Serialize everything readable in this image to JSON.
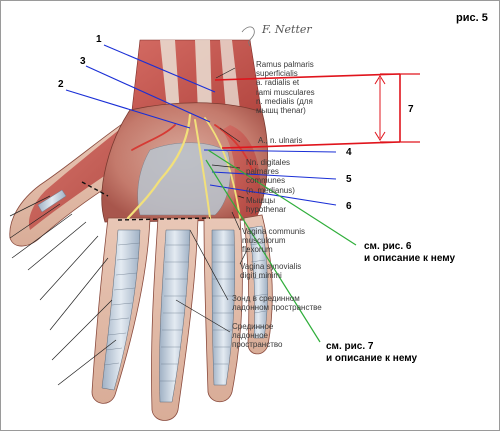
{
  "figure": {
    "label": "рис. 5",
    "signature": "F. Netter"
  },
  "callouts": {
    "n1": "1",
    "n2": "2",
    "n3": "3",
    "n4": "4",
    "n5": "5",
    "n6": "6",
    "n7": "7"
  },
  "labels": {
    "ramus_1": "Ramus palmaris",
    "ramus_2": "superficialis",
    "ramus_3": "a. radialis et",
    "ramus_4": "rami musculares",
    "ramus_5": "n. medialis (для",
    "ramus_6": "мышц thenar)",
    "ulnaris": "A., n. ulnaris",
    "digitales_1": "Nn. digitales",
    "digitales_2": "palmares",
    "digitales_3": "communes",
    "digitales_4": "(n. medianus)",
    "hypothenar_1": "Мышцы",
    "hypothenar_2": "hypothenar",
    "vagina_comm_1": "Vagina communis",
    "vagina_comm_2": "musculorum",
    "vagina_comm_3": "flexorum",
    "vagina_syn_1": "Vagina synovialis",
    "vagina_syn_2": "digiti minimi",
    "zond_1": "Зонд в срединном",
    "zond_2": "ладонном пространстве",
    "sred_1": "Срединное",
    "sred_2": "ладонное",
    "sred_3": "пространство"
  },
  "notes": {
    "fig6_1": "см. рис. 6",
    "fig6_2": "и описание к нему",
    "fig7_1": "см. рис. 7",
    "fig7_2": "и описание к нему"
  },
  "colors": {
    "blue_lines": "#1a2fd6",
    "red_bracket": "#e0141c",
    "green_lines": "#2fae3a",
    "frame": "#9a9a9a"
  }
}
